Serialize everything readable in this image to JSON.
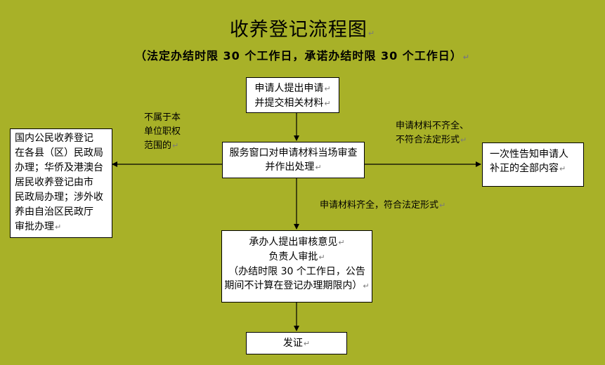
{
  "title": "收养登记流程图",
  "subtitle": "（法定办结时限 30 个工作日，承诺办结时限 30 个工作日）",
  "para_mark": "↵",
  "nodes": {
    "apply": {
      "lines": [
        "申请人提出申请",
        "并提交相关材料"
      ]
    },
    "review": {
      "lines": [
        "服务窗口对申请材料当场审查",
        "并作出处理"
      ]
    },
    "approve": {
      "lines": [
        "承办人提出审核意见",
        "负责人审批",
        "（办结时限 30 个工作日，公告",
        "期间不计算在登记办理期限内）"
      ]
    },
    "certificate": {
      "lines": [
        "发证"
      ]
    },
    "left_box": {
      "lines": [
        "国内公民收养登记",
        "在各县（区）民政局",
        "办理；华侨及港澳台",
        "居民收养登记由市",
        "民政局办理；涉外收",
        "养由自治区民政厅",
        "审批办理"
      ]
    },
    "right_box": {
      "lines": [
        "一次性告知申请人",
        "补正的全部内容"
      ]
    }
  },
  "labels": {
    "not_jurisdiction": [
      "不属于本",
      "单位职权",
      "范围的"
    ],
    "incomplete": [
      "申请材料不齐全、",
      "不符合法定形式"
    ],
    "complete": [
      "申请材料齐全，符合法定形式"
    ]
  }
}
